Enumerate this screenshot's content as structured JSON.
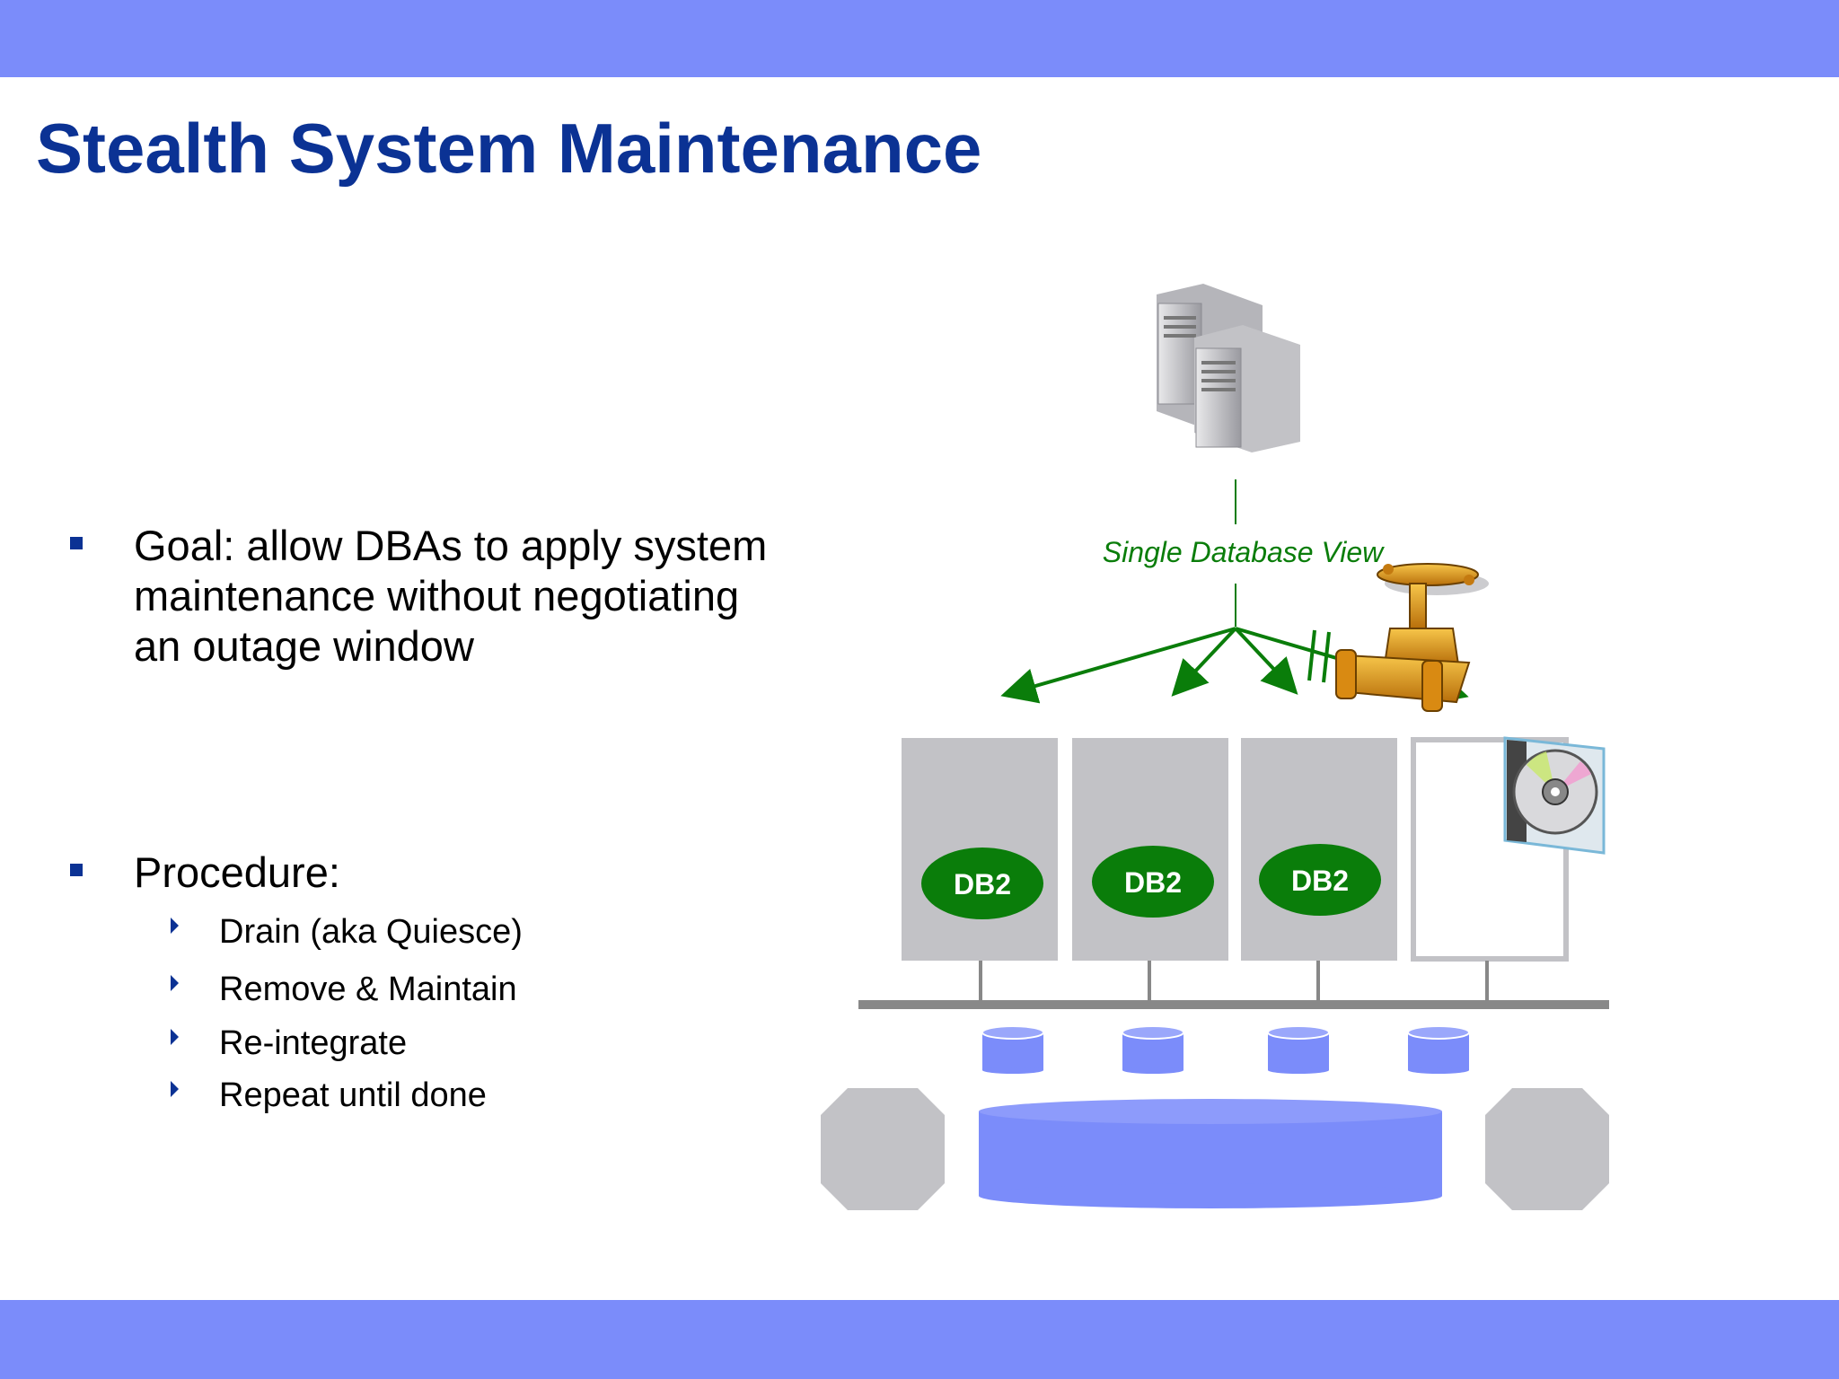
{
  "colors": {
    "band": "#7b8cfa",
    "title": "#0b3294",
    "accent_green": "#0a7d0a",
    "member_gray": "#c2c2c6",
    "storage_blue": "#7b8cfa"
  },
  "slide": {
    "title": "Stealth System Maintenance"
  },
  "bullets": {
    "goal": "Goal:  allow DBAs to apply system maintenance without negotiating an outage window",
    "procedure": "Procedure:",
    "steps": [
      "Drain (aka Quiesce)",
      "Remove & Maintain",
      "Re-integrate",
      "Repeat until done"
    ]
  },
  "diagram": {
    "view_label": "Single Database View",
    "members": [
      "DB2",
      "DB2",
      "DB2"
    ],
    "icons": [
      "server-icon",
      "valve-icon",
      "cd-icon"
    ]
  }
}
